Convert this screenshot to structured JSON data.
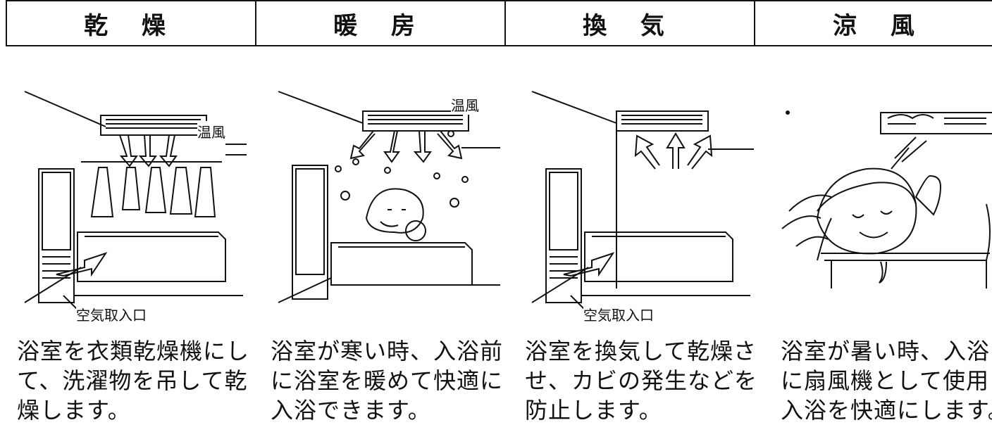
{
  "modes": [
    {
      "title": "乾 燥",
      "labels": {
        "warm_air": "温風",
        "air_intake": "空気取入口"
      },
      "description": [
        "浴室を衣類乾燥機にし",
        "て、洗濯物を吊して乾",
        "燥します。"
      ]
    },
    {
      "title": "暖 房",
      "labels": {
        "warm_air": "温風"
      },
      "description": [
        "浴室が寒い時、入浴前",
        "に浴室を暖めて快適に",
        "入浴できます。"
      ]
    },
    {
      "title": "換 気",
      "labels": {
        "air_intake": "空気取入口"
      },
      "description": [
        "浴室を換気して乾燥さ",
        "せ、カビの発生などを",
        "防止します。"
      ]
    },
    {
      "title": "涼 風",
      "labels": {},
      "description": [
        "浴室が暑い時、入浴中",
        "に扇風機として使用し",
        "入浴を快適にします。"
      ]
    }
  ]
}
